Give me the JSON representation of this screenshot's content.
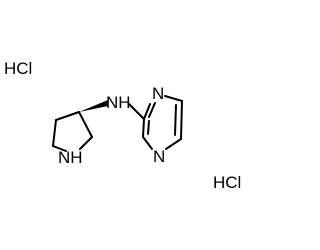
{
  "structure": {
    "labels": {
      "hcl_left": "HCl",
      "hcl_right": "HCl",
      "amine_nh": "NH",
      "ring_nh": "NH",
      "pyrazine_n_top": "N",
      "pyrazine_n_bottom": "N"
    },
    "colors": {
      "bond": "#000000",
      "text": "#000000",
      "background": "#ffffff"
    }
  }
}
